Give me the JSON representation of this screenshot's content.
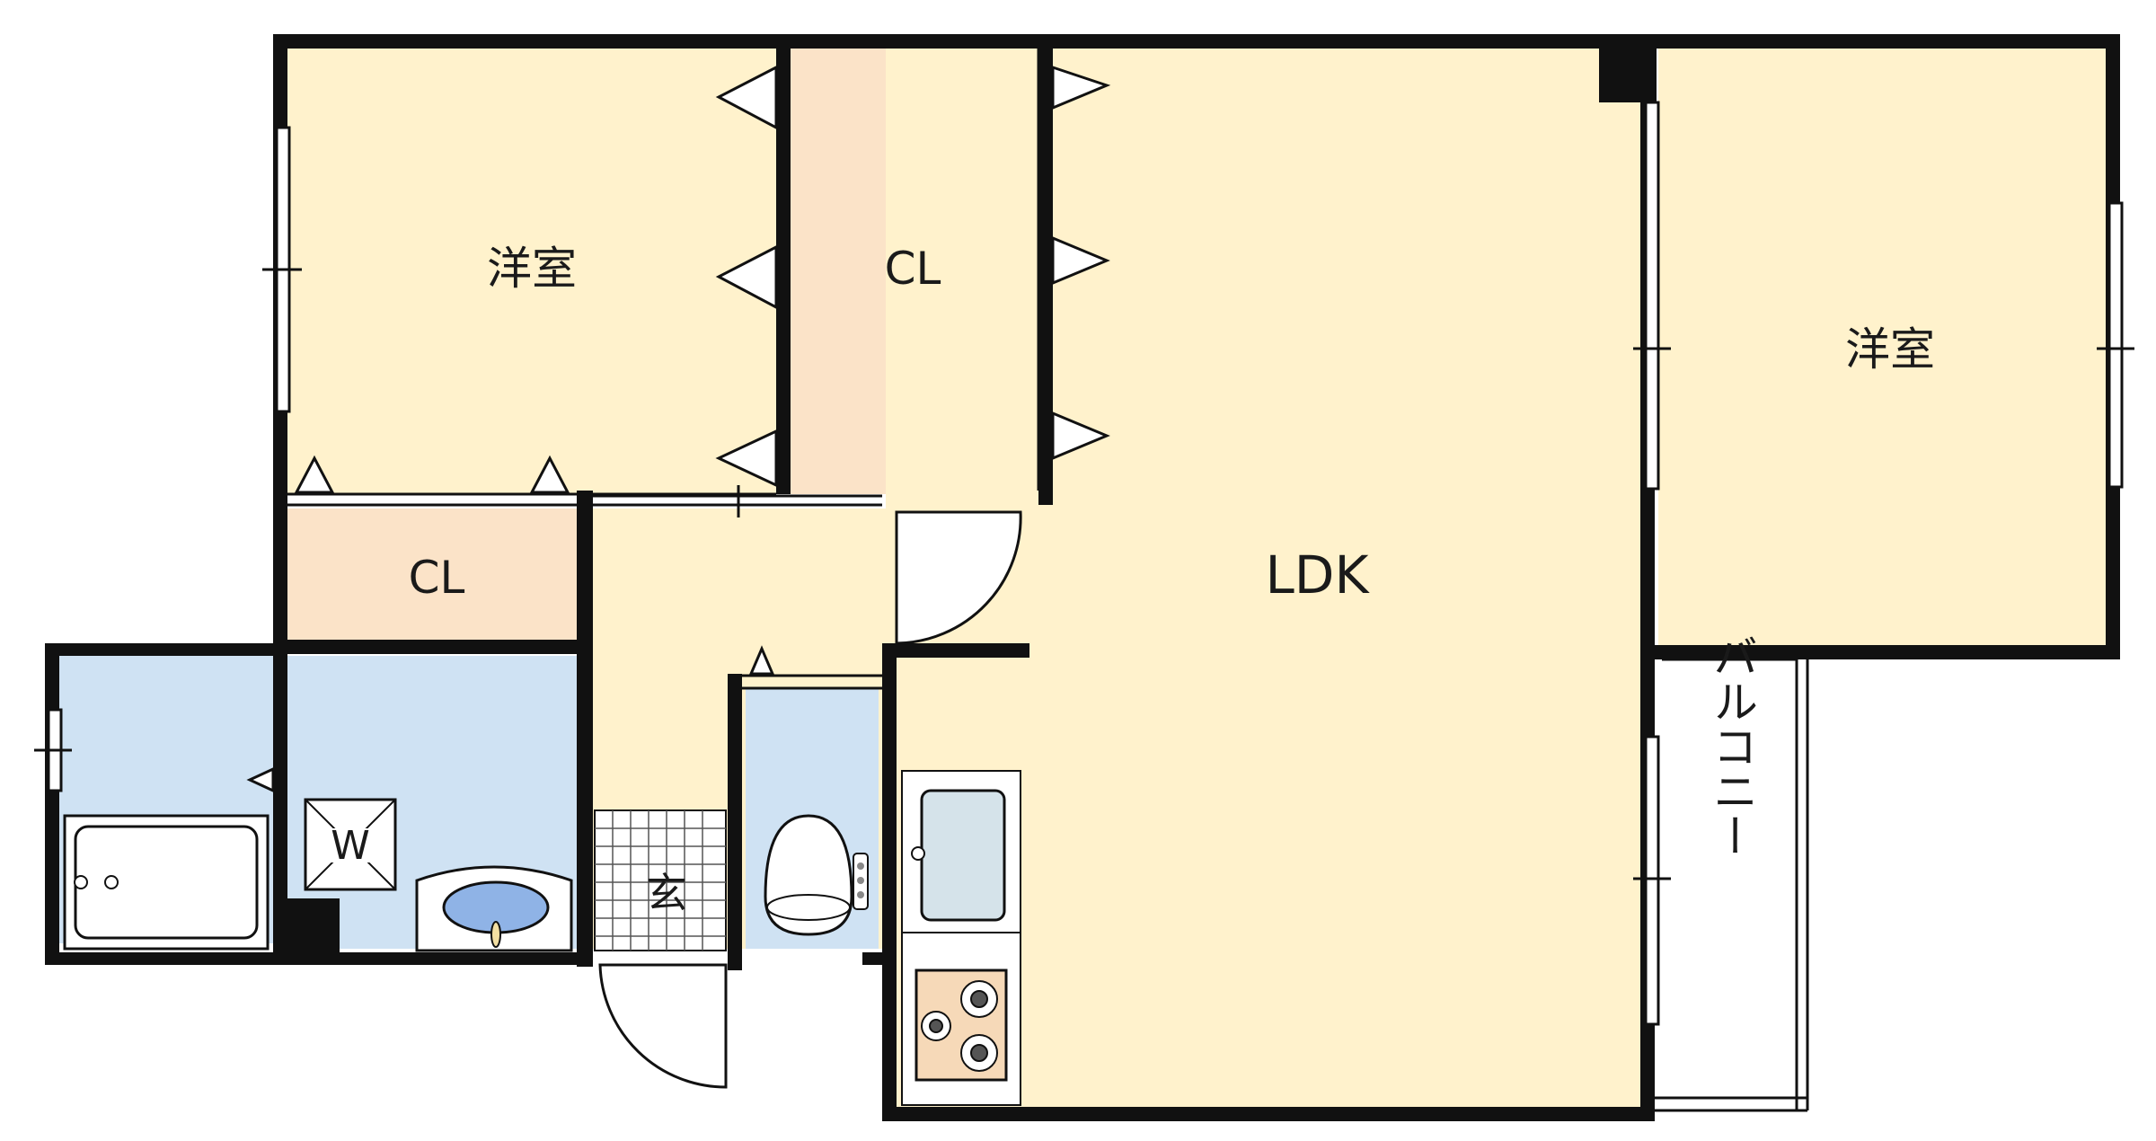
{
  "rooms": {
    "western_room_1": "洋室",
    "closet_upper": "CL",
    "closet_lower": "CL",
    "ldk": "LDK",
    "western_room_2": "洋室",
    "balcony": "バルコニー",
    "entrance": "玄",
    "washer": "W"
  },
  "colors": {
    "room_fill": "#fff2cc",
    "closet_fill": "#fbe3c8",
    "wet_fill": "#cfe2f3",
    "wall": "#111111",
    "background": "#ffffff"
  }
}
